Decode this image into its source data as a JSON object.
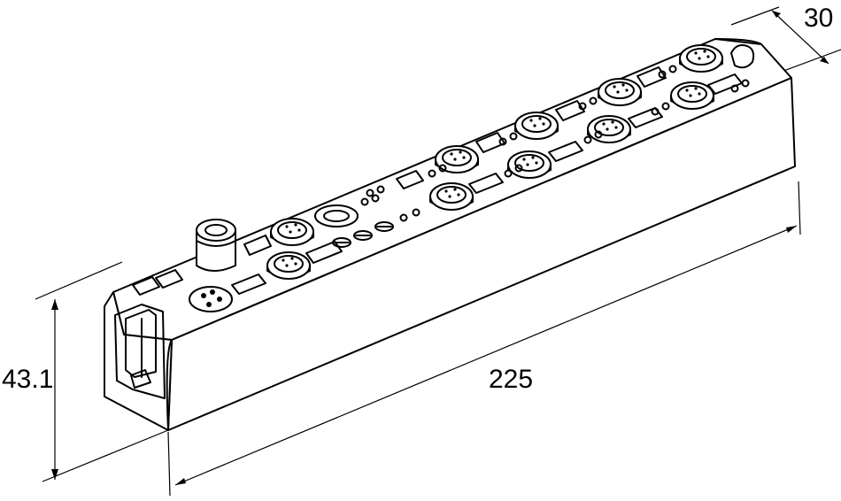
{
  "dimensions": {
    "width_label": "30",
    "length_label": "225",
    "height_label": "43.1"
  },
  "ports": {
    "front_row": 6,
    "back_row": 6
  }
}
